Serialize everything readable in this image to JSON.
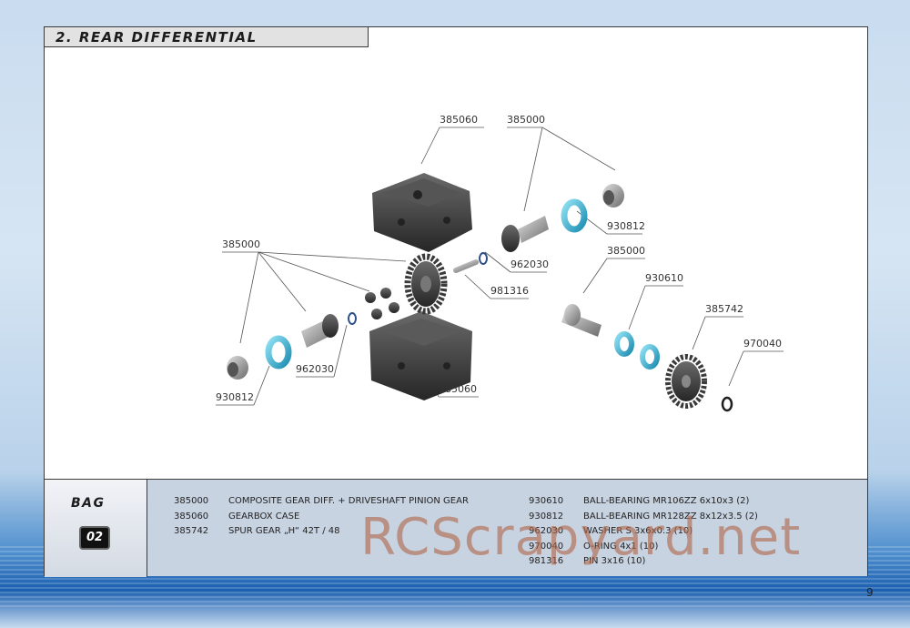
{
  "section": {
    "title": "2. REAR DIFFERENTIAL"
  },
  "diagram": {
    "labels": {
      "gearbox_top": "385060",
      "pinion_top": "385000",
      "bearing_right_top": "930812",
      "washer_right": "962030",
      "pin": "981316",
      "diff_left": "385000",
      "output_right": "385000",
      "bearing_small_right": "930610",
      "spur": "385742",
      "oring": "970040",
      "washer_left": "962030",
      "bearing_left": "930812",
      "gearbox_bottom": "385060"
    }
  },
  "parts_list": {
    "bag_label": "BAG",
    "bag_number": "02",
    "left": [
      {
        "code": "385000",
        "name": "COMPOSITE GEAR DIFF. + DRIVESHAFT PINION GEAR"
      },
      {
        "code": "385060",
        "name": "GEARBOX CASE"
      },
      {
        "code": "385742",
        "name": "SPUR GEAR „H“ 42T / 48"
      }
    ],
    "right": [
      {
        "code": "930610",
        "name": "BALL-BEARING MR106ZZ  6x10x3 (2)"
      },
      {
        "code": "930812",
        "name": "BALL-BEARING MR128ZZ 8x12x3.5 (2)"
      },
      {
        "code": "962030",
        "name": "WASHER S 3x6x0.3  (10)"
      },
      {
        "code": "970040",
        "name": "O-RING 4x1 (10)"
      },
      {
        "code": "981316",
        "name": "PIN 3x16  (10)"
      }
    ]
  },
  "watermark": "RCScrapyard.net",
  "page_number": "9",
  "colors": {
    "bearing": "#4ab8d8",
    "plastic": "#3a3a3a",
    "metal": "#9a9a9a",
    "list_bg": "#c8d3e2"
  }
}
